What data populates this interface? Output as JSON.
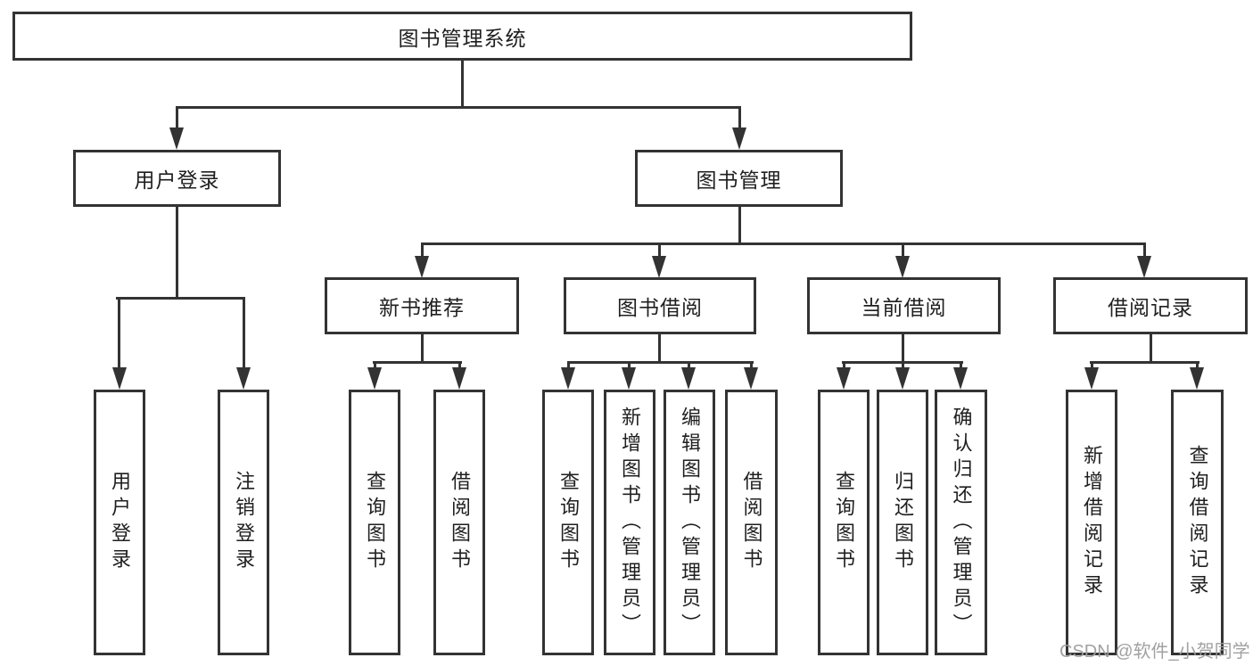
{
  "diagram_title": "图书管理系统",
  "nodes": {
    "root": {
      "label": "图书管理系统"
    },
    "user_login_group": {
      "label": "用户登录"
    },
    "book_management": {
      "label": "图书管理"
    },
    "new_book_recommend": {
      "label": "新书推荐"
    },
    "book_borrowing": {
      "label": "图书借阅"
    },
    "current_borrowing": {
      "label": "当前借阅"
    },
    "borrowing_records": {
      "label": "借阅记录"
    },
    "user_login": {
      "label": "用户登录"
    },
    "logout_login": {
      "label": "注销登录"
    },
    "nbr_query_books": {
      "label": "查询图书"
    },
    "nbr_borrow_books": {
      "label": "借阅图书"
    },
    "bb_query_books": {
      "label": "查询图书"
    },
    "bb_add_books": {
      "label": "新增图书（管理员）"
    },
    "bb_edit_books": {
      "label": "编辑图书（管理员）"
    },
    "bb_borrow_books": {
      "label": "借阅图书"
    },
    "cb_query_books": {
      "label": "查询图书"
    },
    "cb_return_books": {
      "label": "归还图书"
    },
    "cb_confirm_return": {
      "label": "确认归还（管理员）"
    },
    "br_add_record": {
      "label": "新增借阅记录"
    },
    "br_query_record": {
      "label": "查询借阅记录"
    }
  },
  "watermark": {
    "text": "CSDN @软件_小贺同学"
  },
  "colors": {
    "line": "#333333",
    "text": "#1f1f1f",
    "background": "#ffffff",
    "watermark_color": "#9d9d9d"
  }
}
